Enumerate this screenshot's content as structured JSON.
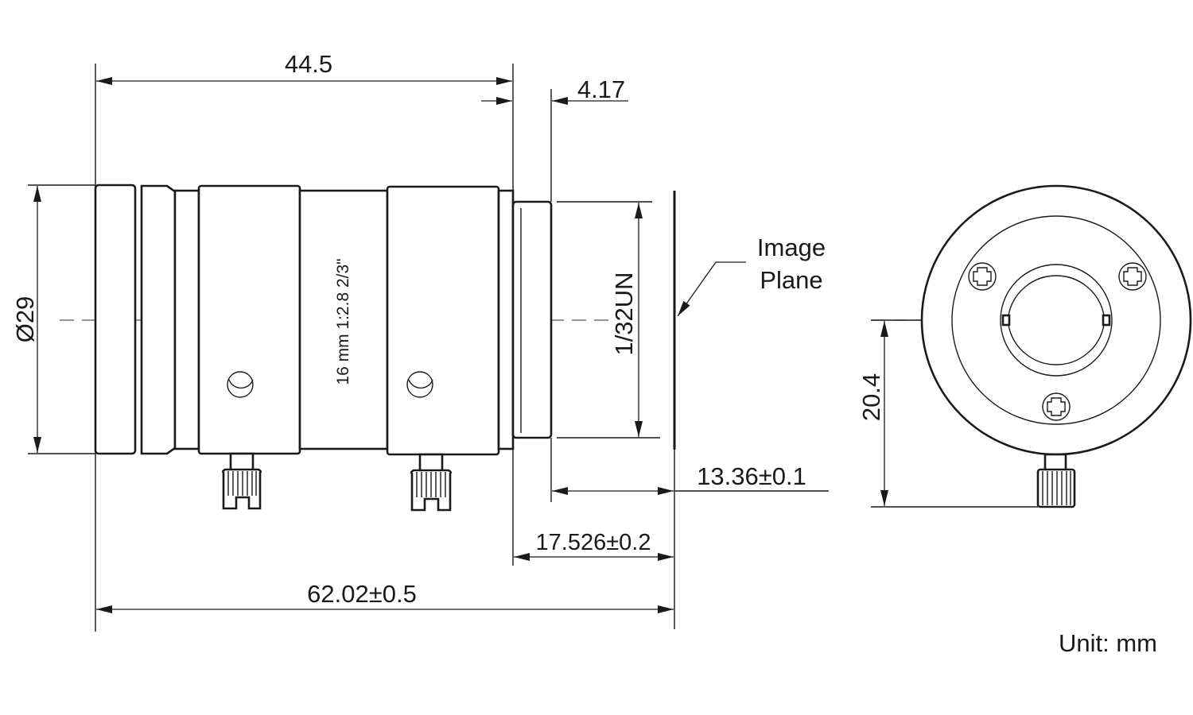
{
  "dimensions": {
    "length_to_flange": "44.5",
    "flange_thickness": "4.17",
    "diameter": "Ø29",
    "thread": "1/32UN",
    "back_focus": "13.36±0.1",
    "flange_focal_distance": "17.526±0.2",
    "total_length": "62.02±0.5",
    "screw_height": "20.4"
  },
  "labels": {
    "image_plane_line1": "Image",
    "image_plane_line2": "Plane",
    "lens_marking": "16 mm  1:2.8  2/3\"",
    "unit": "Unit: mm"
  },
  "colors": {
    "line": "#1a1a1a",
    "background": "#ffffff"
  }
}
